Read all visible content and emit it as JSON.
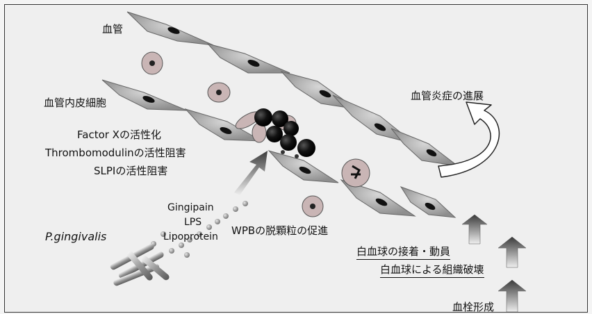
{
  "labels": {
    "vessel": "血管",
    "endothelial_cell": "血管内皮細胞",
    "inflammation_progress": "血管炎症の進展",
    "factor_x": "Factor Xの活性化",
    "thrombomodulin": "Thrombomodulinの活性阻害",
    "slpi": "SLPIの活性阻害",
    "gingipain": "Gingipain",
    "lps": "LPS",
    "lipoprotein": "Lipoprotein",
    "wpb": "WPBの脱顆粒の促進",
    "bacterium": "P.gingivalis",
    "leukocyte_adhesion": "白血球の接着・動員",
    "tissue_destruction": "白血球による組織破壊",
    "thrombus": "血栓形成"
  }
}
